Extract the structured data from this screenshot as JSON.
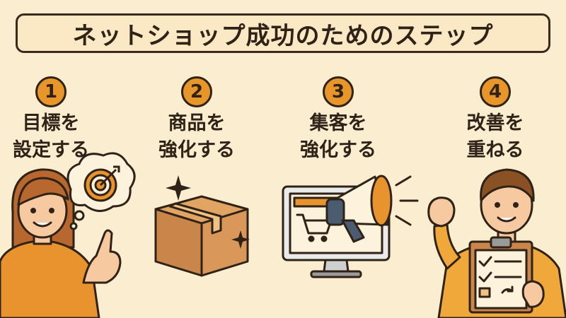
{
  "title": "ネットショップ成功のためのステップ",
  "steps": [
    {
      "number": "1",
      "line1": "目標を",
      "line2": "設定する"
    },
    {
      "number": "2",
      "line1": "商品を",
      "line2": "強化する"
    },
    {
      "number": "3",
      "line1": "集客を",
      "line2": "強化する"
    },
    {
      "number": "4",
      "line1": "改善を",
      "line2": "重ねる"
    }
  ],
  "colors": {
    "background": "#fbedd0",
    "accent": "#e8962a",
    "outline": "#2f2217"
  }
}
